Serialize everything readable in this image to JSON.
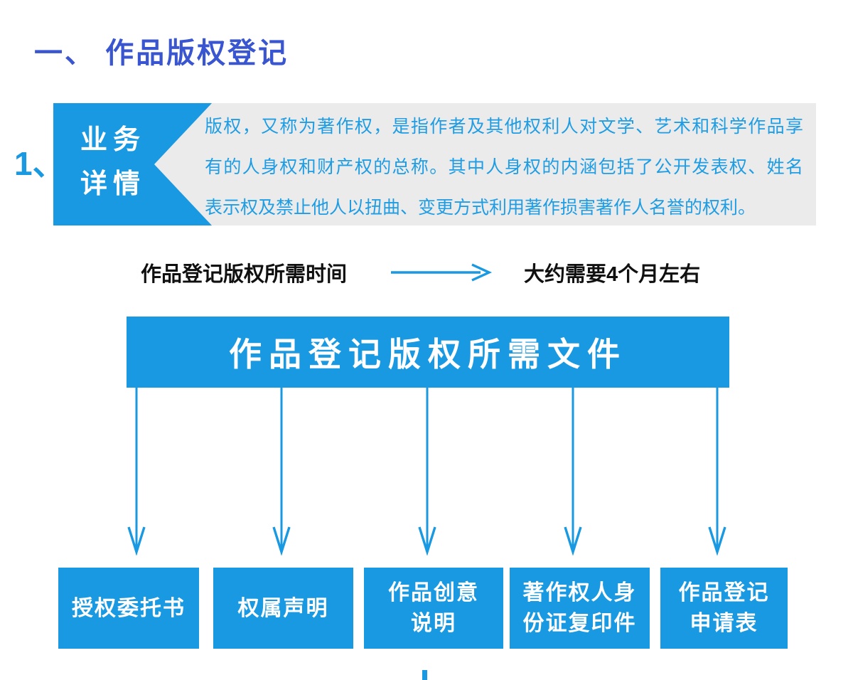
{
  "colors": {
    "accent_cyan": "#1899E1",
    "title_blue": "#3A55D0",
    "panel_gray": "#EBEBEB",
    "text_black": "#101010",
    "white": "#FFFFFF"
  },
  "header": {
    "section_title": "一、 作品版权登记"
  },
  "business_detail": {
    "item_number": "1、",
    "label_line1": "业务",
    "label_line2": "详情",
    "paragraph_lines": [
      "版权，又称为著作权，是指作者及其他权利人对文学、艺术和科学作品享",
      "有的人身权和财产权的总称。其中人身权的内涵包括了公开发表权、姓名",
      "表示权及禁止他人以扭曲、变更方式利用著作损害著作人名誉的权利。"
    ]
  },
  "timeline": {
    "label": "作品登记版权所需时间",
    "value": "大约需要4个月左右"
  },
  "documents": {
    "banner_title": "作品登记版权所需文件",
    "items": [
      {
        "label": "授权委托书",
        "lines": [
          "授权委托书"
        ]
      },
      {
        "label": "权属声明",
        "lines": [
          "权属声明"
        ]
      },
      {
        "label": "作品创意说明",
        "lines": [
          "作品创意",
          "说明"
        ]
      },
      {
        "label": "著作权人身份证复印件",
        "lines": [
          "著作权人身",
          "份证复印件"
        ]
      },
      {
        "label": "作品登记申请表",
        "lines": [
          "作品登记",
          "申请表"
        ]
      }
    ]
  }
}
